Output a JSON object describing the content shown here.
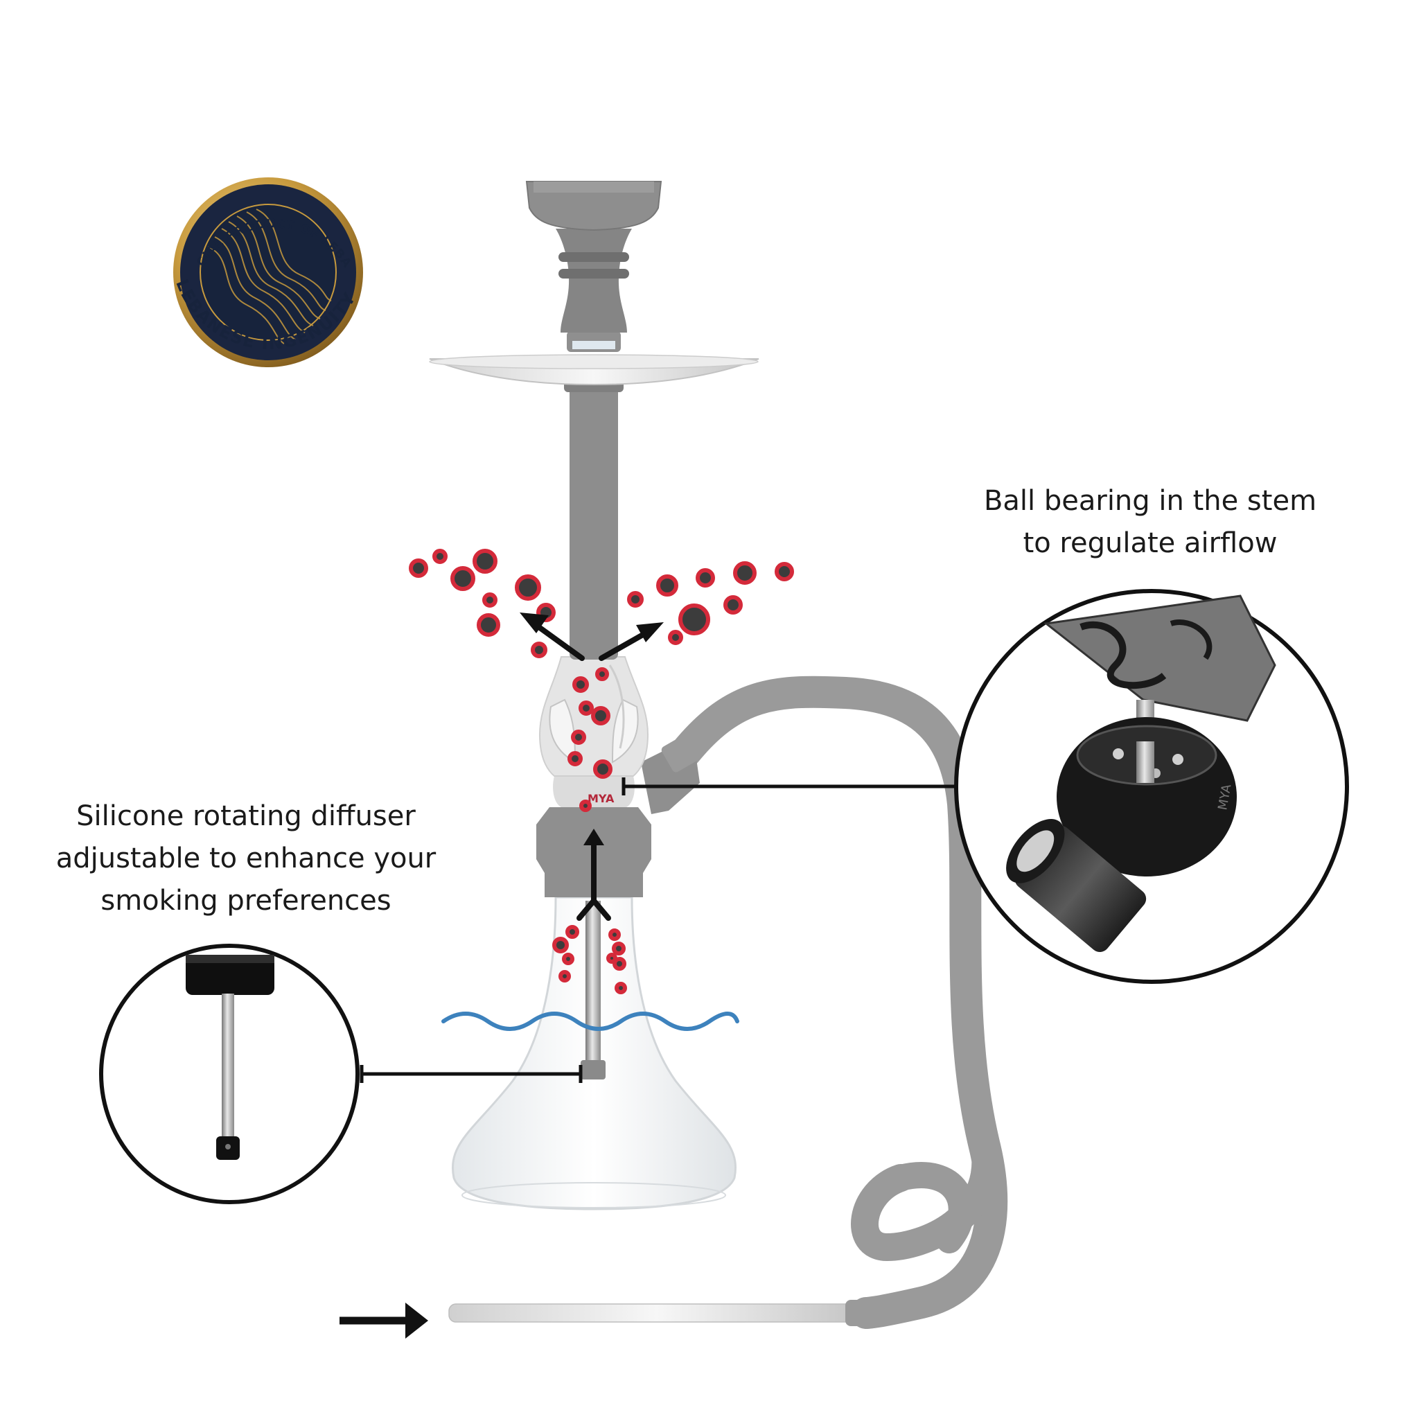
{
  "captions": {
    "bearing": [
      "Ball bearing in the stem",
      "to regulate airflow"
    ],
    "diffuser": [
      "Silicone rotating diffuser",
      "adjustable to enhance your",
      "smoking preferences"
    ]
  },
  "seal": {
    "top_text": "OFFICIAL PRODUCT OF LEBANON",
    "bottom_text": "LEBANESE INGENUITY"
  },
  "brand": {
    "mark": "MYA"
  },
  "colors": {
    "hookah_grey": "#8f8f8f",
    "smoke_red": "#d42a3a",
    "smoke_dark": "#3c3c3c",
    "water_blue": "#3d82bd",
    "arrow": "#111111",
    "seal_gold": "#c79a3e",
    "seal_navy": "#17233c"
  },
  "icons": [
    "arrow-right-icon",
    "arrow-up-icon",
    "smoke-bubble-icon",
    "water-wave-icon"
  ]
}
